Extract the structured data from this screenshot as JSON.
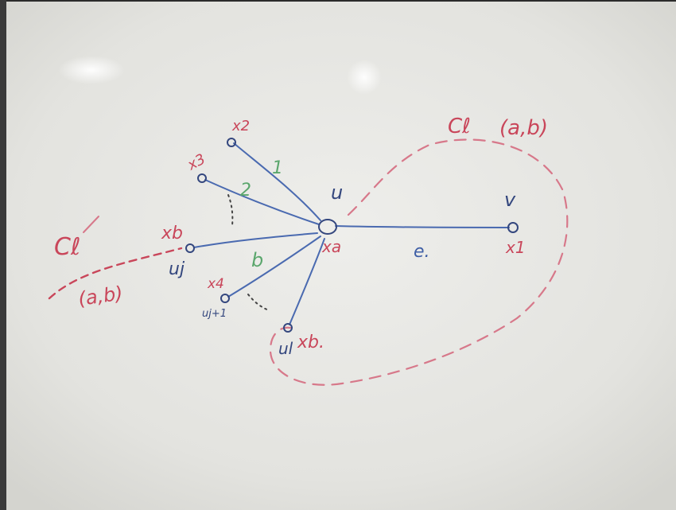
{
  "colors": {
    "blue_ink": "#3f5fa6",
    "red_ink": "#c9465a",
    "green_ink": "#5aa66c",
    "board": "#e9e9e6"
  },
  "labels": {
    "u": "u",
    "xa": "xa",
    "v": "v",
    "x1": "x1",
    "e": "e.",
    "x2": "x2",
    "x3": "x3",
    "edge1": "1",
    "edge2": "2",
    "xb_left": "xb",
    "uj": "uj",
    "edge_b": "b",
    "x4": "x4",
    "uj1": "uj+1",
    "ul": "ul",
    "xb_bottom": "xb.",
    "cl_right": "Cℓ",
    "ab_right": "(a,b)",
    "cl_left": "Cℓ",
    "ab_left": "(a,b)"
  }
}
